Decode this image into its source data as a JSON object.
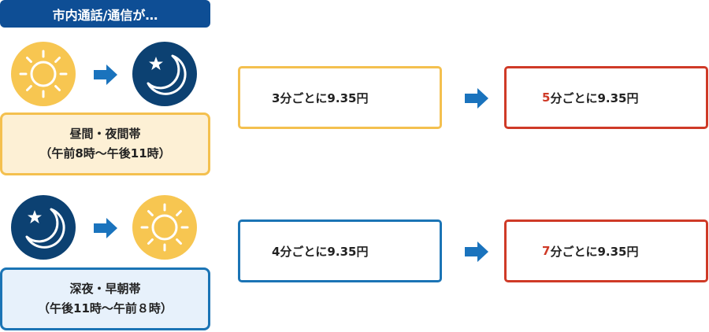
{
  "header": {
    "title": "市内通話/通信が…"
  },
  "icons": {
    "sun": "sun-icon",
    "moon": "moon-icon",
    "arrow": "arrow-right-icon"
  },
  "colors": {
    "header_bg": "#0e4e95",
    "day_border": "#f4c04f",
    "day_fill": "#fdf0d5",
    "night_border": "#1b74b5",
    "night_fill": "#e7f1fb",
    "new_rate_border": "#cf3a27",
    "highlight": "#cf3a27",
    "arrow": "#1a73bd",
    "moon_bg": "#0c4172"
  },
  "rows": [
    {
      "period_name": "昼間・夜間帯",
      "period_hours": "（午前8時～午後11時）",
      "current_rate": "3分ごとに9.35円",
      "new_rate_number": "5",
      "new_rate_suffix": "分ごとに9.35円"
    },
    {
      "period_name": "深夜・早朝帯",
      "period_hours": "（午後11時～午前８時）",
      "current_rate": "4分ごとに9.35円",
      "new_rate_number": "7",
      "new_rate_suffix": "分ごとに9.35円"
    }
  ]
}
